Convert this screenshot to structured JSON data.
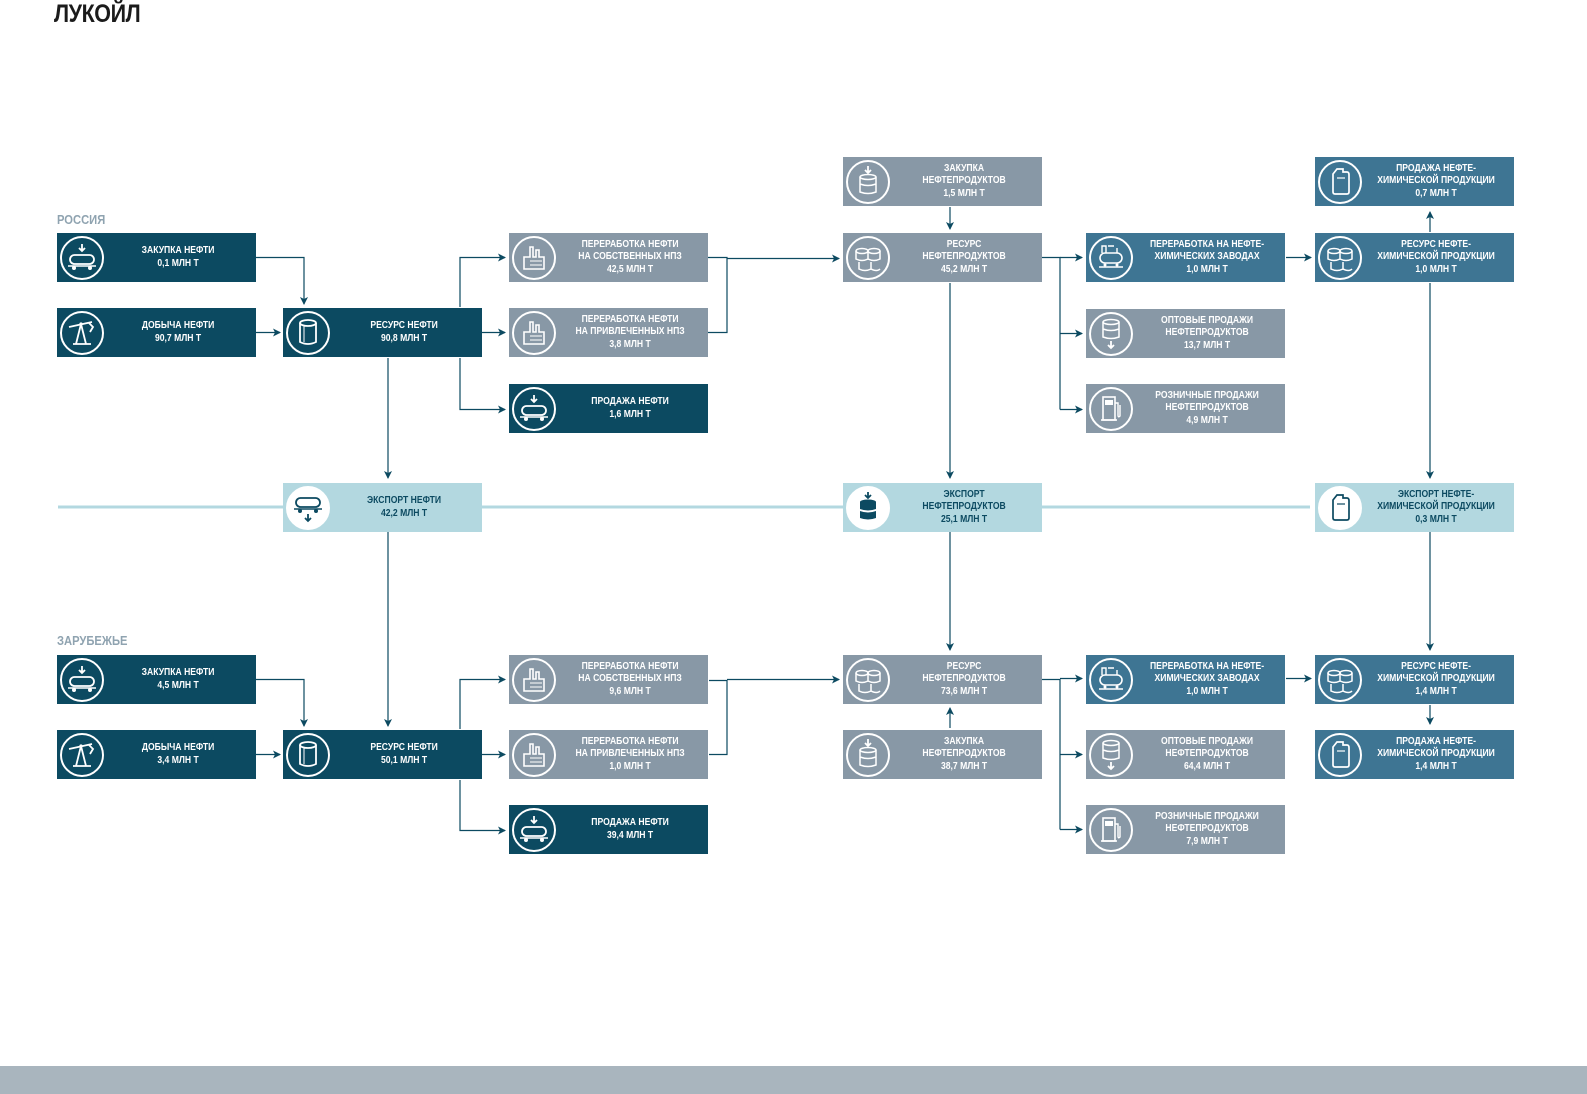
{
  "company": "ЛУКОЙЛ",
  "regions": {
    "russia": "РОССИЯ",
    "abroad": "ЗАРУБЕЖЬЕ"
  },
  "colors": {
    "dark": "#0c4a61",
    "mid": "#3e7593",
    "gray": "#8898a6",
    "light": "#b3d8e0",
    "line": "#0c4a61",
    "export_line": "#b3d8e0"
  },
  "nodes": {
    "ru_purchase_oil": {
      "icon": "rail-tank-car-icon",
      "lines": [
        "ЗАКУПКА НЕФТИ",
        "0,1 МЛН Т"
      ]
    },
    "ru_production_oil": {
      "icon": "oil-pump-jack-icon",
      "lines": [
        "ДОБЫЧА НЕФТИ",
        "90,7 МЛН Т"
      ]
    },
    "ru_oil_resource": {
      "icon": "oil-drum-icon",
      "lines": [
        "РЕСУРС НЕФТИ",
        "90,8 МЛН Т"
      ]
    },
    "ru_refining_own": {
      "icon": "refinery-icon",
      "lines": [
        "ПЕРЕРАБОТКА НЕФТИ",
        "НА СОБСТВЕННЫХ НПЗ",
        "42,5 МЛН Т"
      ]
    },
    "ru_refining_third": {
      "icon": "refinery-icon",
      "lines": [
        "ПЕРЕРАБОТКА НЕФТИ",
        "НА ПРИВЛЕЧЕННЫХ НПЗ",
        "3,8 МЛН Т"
      ]
    },
    "ru_oil_sales": {
      "icon": "rail-tank-car-icon",
      "lines": [
        "ПРОДАЖА НЕФТИ",
        "1,6 МЛН Т"
      ]
    },
    "ru_products_purchase": {
      "icon": "barrels-in-icon",
      "lines": [
        "ЗАКУПКА",
        "НЕФТЕПРОДУКТОВ",
        "1,5 МЛН Т"
      ]
    },
    "ru_products_resource": {
      "icon": "barrels-stack-icon",
      "lines": [
        "РЕСУРС",
        "НЕФТЕПРОДУКТОВ",
        "45,2 МЛН Т"
      ]
    },
    "ru_petchem_refining": {
      "icon": "petrochem-plant-icon",
      "lines": [
        "ПЕРЕРАБОТКА НА НЕФТЕ-",
        "ХИМИЧЕСКИХ ЗАВОДАХ",
        "1,0 МЛН Т"
      ]
    },
    "ru_wholesale": {
      "icon": "barrels-out-icon",
      "lines": [
        "ОПТОВЫЕ ПРОДАЖИ",
        "НЕФТЕПРОДУКТОВ",
        "13,7 МЛН Т"
      ]
    },
    "ru_retail": {
      "icon": "fuel-pump-icon",
      "lines": [
        "РОЗНИЧНЫЕ ПРОДАЖИ",
        "НЕФТЕПРОДУКТОВ",
        "4,9 МЛН Т"
      ]
    },
    "ru_petchem_resource": {
      "icon": "barrels-stack-icon",
      "lines": [
        "РЕСУРС НЕФТЕ-",
        "ХИМИЧЕСКОЙ ПРОДУКЦИИ",
        "1,0 МЛН Т"
      ]
    },
    "ru_petchem_sales": {
      "icon": "canister-icon",
      "lines": [
        "ПРОДАЖА НЕФТЕ-",
        "ХИМИЧЕСКОЙ ПРОДУКЦИИ",
        "0,7 МЛН Т"
      ]
    },
    "export_oil": {
      "icon": "rail-tank-car-out-icon",
      "lines": [
        "ЭКСПОРТ НЕФТИ",
        "42,2 МЛН Т"
      ]
    },
    "export_products": {
      "icon": "barrels-export-icon",
      "lines": [
        "ЭКСПОРТ",
        "НЕФТЕПРОДУКТОВ",
        "25,1 МЛН Т"
      ]
    },
    "export_petchem": {
      "icon": "canister-icon",
      "lines": [
        "ЭКСПОРТ НЕФТЕ-",
        "ХИМИЧЕСКОЙ ПРОДУКЦИИ",
        "0,3 МЛН Т"
      ]
    },
    "ab_purchase_oil": {
      "icon": "rail-tank-car-icon",
      "lines": [
        "ЗАКУПКА НЕФТИ",
        "4,5 МЛН Т"
      ]
    },
    "ab_production_oil": {
      "icon": "oil-pump-jack-icon",
      "lines": [
        "ДОБЫЧА НЕФТИ",
        "3,4 МЛН Т"
      ]
    },
    "ab_oil_resource": {
      "icon": "oil-drum-icon",
      "lines": [
        "РЕСУРС НЕФТИ",
        "50,1 МЛН Т"
      ]
    },
    "ab_refining_own": {
      "icon": "refinery-icon",
      "lines": [
        "ПЕРЕРАБОТКА НЕФТИ",
        "НА СОБСТВЕННЫХ НПЗ",
        "9,6 МЛН Т"
      ]
    },
    "ab_refining_third": {
      "icon": "refinery-icon",
      "lines": [
        "ПЕРЕРАБОТКА НЕФТИ",
        "НА ПРИВЛЕЧЕННЫХ НПЗ",
        "1,0 МЛН Т"
      ]
    },
    "ab_oil_sales": {
      "icon": "rail-tank-car-icon",
      "lines": [
        "ПРОДАЖА НЕФТИ",
        "39,4 МЛН Т"
      ]
    },
    "ab_products_resource": {
      "icon": "barrels-stack-icon",
      "lines": [
        "РЕСУРС",
        "НЕФТЕПРОДУКТОВ",
        "73,6 МЛН Т"
      ]
    },
    "ab_products_purchase": {
      "icon": "barrels-in-icon",
      "lines": [
        "ЗАКУПКА",
        "НЕФТЕПРОДУКТОВ",
        "38,7 МЛН Т"
      ]
    },
    "ab_petchem_refining": {
      "icon": "petrochem-plant-icon",
      "lines": [
        "ПЕРЕРАБОТКА НА НЕФТЕ-",
        "ХИМИЧЕСКИХ ЗАВОДАХ",
        "1,0 МЛН Т"
      ]
    },
    "ab_wholesale": {
      "icon": "barrels-out-icon",
      "lines": [
        "ОПТОВЫЕ ПРОДАЖИ",
        "НЕФТЕПРОДУКТОВ",
        "64,4 МЛН Т"
      ]
    },
    "ab_retail": {
      "icon": "fuel-pump-icon",
      "lines": [
        "РОЗНИЧНЫЕ ПРОДАЖИ",
        "НЕФТЕПРОДУКТОВ",
        "7,9 МЛН Т"
      ]
    },
    "ab_petchem_resource": {
      "icon": "barrels-stack-icon",
      "lines": [
        "РЕСУРС НЕФТЕ-",
        "ХИМИЧЕСКОЙ ПРОДУКЦИИ",
        "1,4 МЛН Т"
      ]
    },
    "ab_petchem_sales": {
      "icon": "canister-icon",
      "lines": [
        "ПРОДАЖА НЕФТЕ-",
        "ХИМИЧЕСКОЙ ПРОДУКЦИИ",
        "1,4 МЛН Т"
      ]
    }
  }
}
